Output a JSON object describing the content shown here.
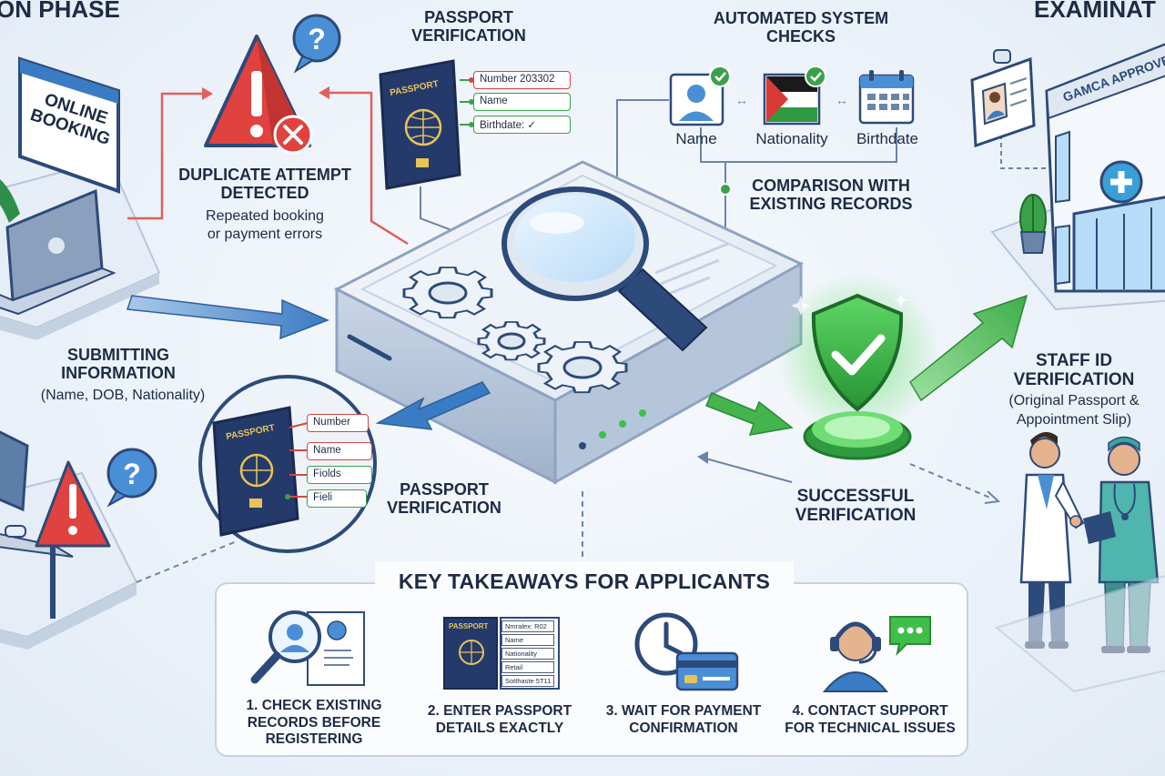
{
  "phases": {
    "left_title": "ON PHASE",
    "right_title": "EXAMINAT"
  },
  "left": {
    "online_booking": "ONLINE BOOKING",
    "submitting_title": "SUBMITTING INFORMATION",
    "submitting_sub": "(Name, DOB, Nationality)"
  },
  "duplicate": {
    "title": "DUPLICATE ATTEMPT DETECTED",
    "sub_line1": "Repeated booking",
    "sub_line2": "or payment errors"
  },
  "passport_top": {
    "title": "PASSPORT VERIFICATION",
    "cover_text": "PASSPORT",
    "fields": [
      "Number 203302",
      "Name",
      "Birthdate: ✓"
    ]
  },
  "automated": {
    "title": "AUTOMATED SYSTEM CHECKS",
    "checks": [
      "Name",
      "Nationality",
      "Birthdate"
    ],
    "comparison": "COMPARISON WITH EXISTING RECORDS"
  },
  "passport_bottom": {
    "title": "PASSPORT VERIFICATION",
    "cover_text": "PASSPORT",
    "fields": [
      "Number",
      "Name",
      "Fiolds",
      "Fieli"
    ]
  },
  "success": {
    "title": "SUCCESSFUL VERIFICATION"
  },
  "staff": {
    "title": "STAFF ID VERIFICATION",
    "sub_line1": "(Original Passport &",
    "sub_line2": "Appointment Slip)",
    "building_sign": "GAMCA APPROVED MEDICAL CENTER"
  },
  "takeaways": {
    "title": "KEY TAKEAWAYS FOR APPLICANTS",
    "items": [
      {
        "label": "1. CHECK EXISTING RECORDS BEFORE REGISTERING",
        "icon": "magnifier-profile-icon"
      },
      {
        "label": "2. ENTER PASSPORT DETAILS EXACTLY",
        "icon": "passport-form-icon"
      },
      {
        "label": "3. WAIT FOR PAYMENT CONFIRMATION",
        "icon": "clock-card-icon"
      },
      {
        "label": "4. CONTACT SUPPORT FOR TECHNICAL ISSUES",
        "icon": "support-agent-icon"
      }
    ],
    "mini_passport": {
      "cover_text": "PASSPORT",
      "fields": [
        "Nmralex: R02",
        "Name",
        "Nationality",
        "Retail",
        "Sotthaste 5T11"
      ]
    }
  },
  "colors": {
    "accent_blue": "#3a7cc3",
    "alert_red": "#e0423f",
    "success_green": "#3fbf4a",
    "navy": "#1f3360"
  }
}
